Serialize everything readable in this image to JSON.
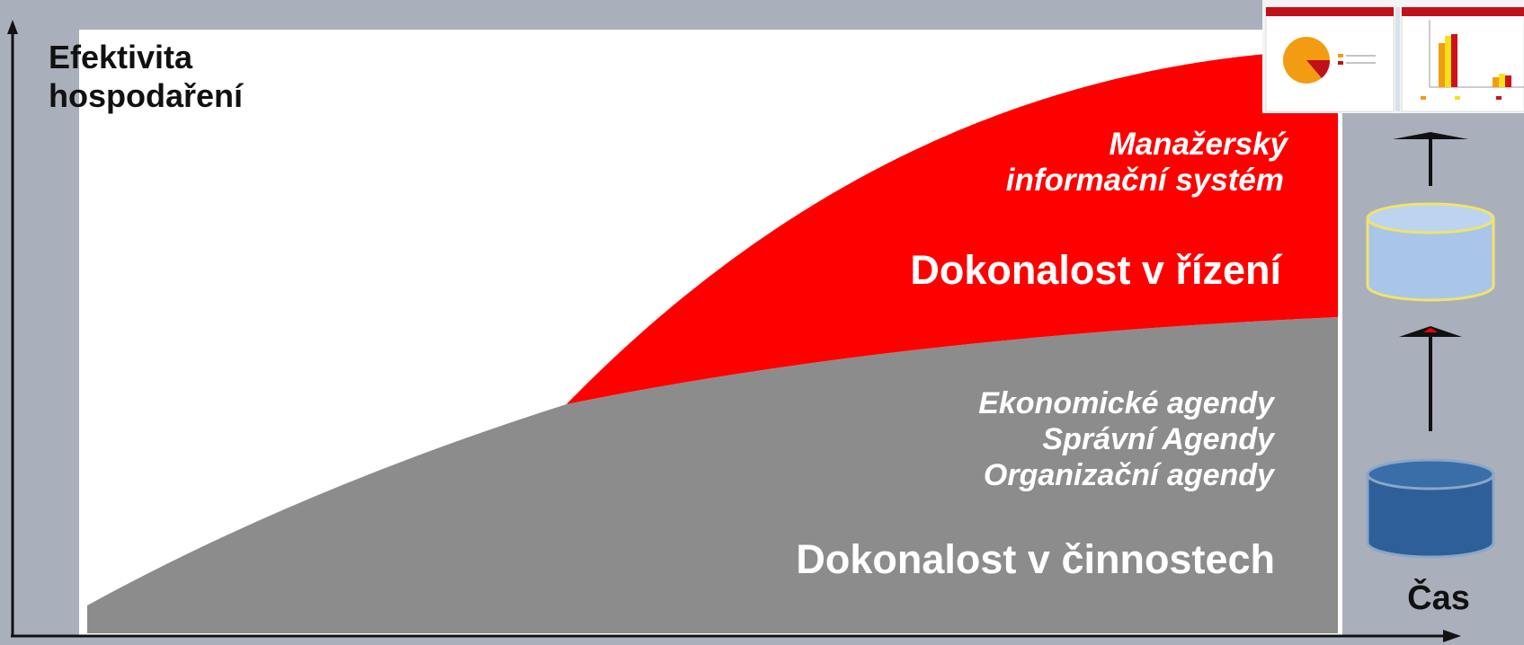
{
  "axis": {
    "y_label_line1": "Efektivita",
    "y_label_line2": "hospodaření",
    "x_label": "Čas"
  },
  "upper_layer": {
    "subtitle_line1": "Manažerský",
    "subtitle_line2": "informační systém",
    "title": "Dokonalost v řízení"
  },
  "lower_layer": {
    "agenda_1": "Ekonomické agendy",
    "agenda_2": "Správní Agendy",
    "agenda_3": "Organizační agendy",
    "title": "Dokonalost v činnostech"
  },
  "colors": {
    "background": "#a9b0bb",
    "canvas": "#ffffff",
    "upper_fill": "#ff0000",
    "lower_fill": "#8c8c8c",
    "db_top": "#a9c6e8",
    "db_bottom": "#2e5f98",
    "db_border_top": "#f2e36b",
    "db_border_bottom": "#8aa6c8"
  },
  "icons": {
    "top": "dashboard-thumbnail",
    "middle": "database-light-icon",
    "bottom": "database-dark-icon",
    "arrows": "up-arrow-icon"
  }
}
